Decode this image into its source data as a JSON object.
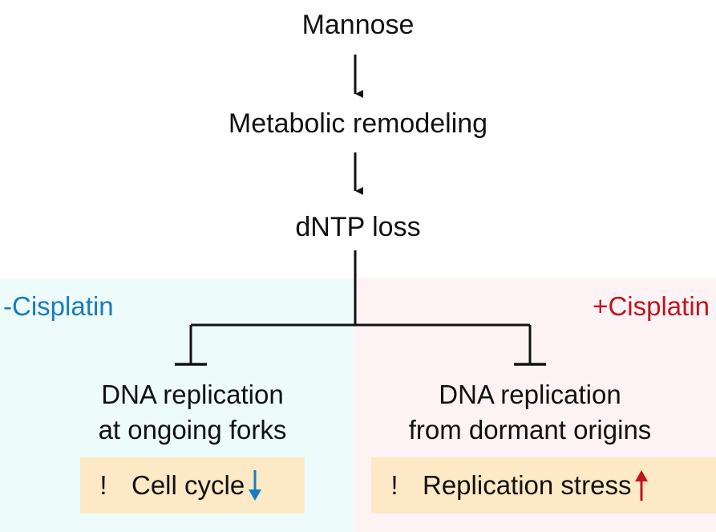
{
  "diagram": {
    "steps": [
      "Mannose",
      "Metabolic remodeling",
      "dNTP loss"
    ],
    "conditions": {
      "left": {
        "label": "-Cisplatin",
        "color": "#1a7bbf"
      },
      "right": {
        "label": "+Cisplatin",
        "color": "#c0151f"
      }
    },
    "outcomes": {
      "left": {
        "line1": "DNA replication",
        "line2": "at ongoing forks"
      },
      "right": {
        "line1": "DNA replication",
        "line2": "from dormant origins"
      }
    },
    "notes": {
      "left": {
        "bullet": "!",
        "text": "Cell cycle",
        "trend": "down",
        "trend_color": "#1a7bbf"
      },
      "right": {
        "bullet": "!",
        "text": "Replication stress",
        "trend": "up",
        "trend_color": "#c0151f"
      }
    },
    "colors": {
      "left_panel": "#eefbfb",
      "right_panel": "#fdf2f4",
      "note_box": "#fde9c5",
      "line": "#111111"
    },
    "edge_types": {
      "mannose_to_remodeling": "arrow",
      "remodeling_to_dntp": "arrow",
      "dntp_to_outcomes": "inhibition"
    }
  }
}
